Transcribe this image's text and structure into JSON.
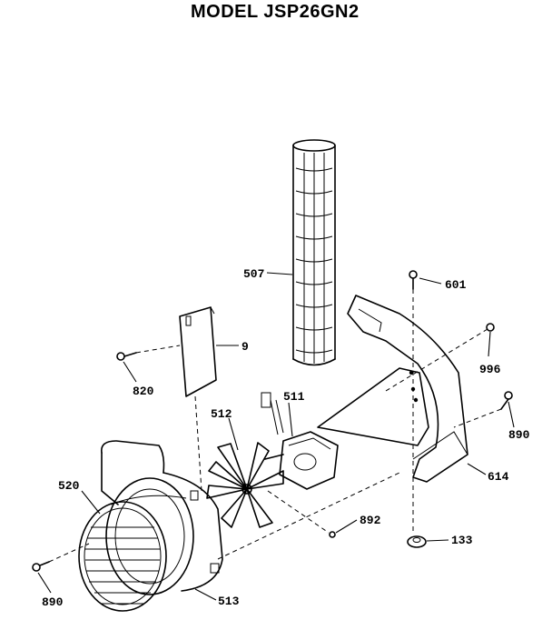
{
  "title": "MODEL JSP26GN2",
  "parts": {
    "p507": "507",
    "p601": "601",
    "p9": "9",
    "p996": "996",
    "p820": "820",
    "p511": "511",
    "p512": "512",
    "p890a": "890",
    "p614": "614",
    "p520": "520",
    "p892": "892",
    "p133": "133",
    "p890b": "890",
    "p513": "513"
  }
}
